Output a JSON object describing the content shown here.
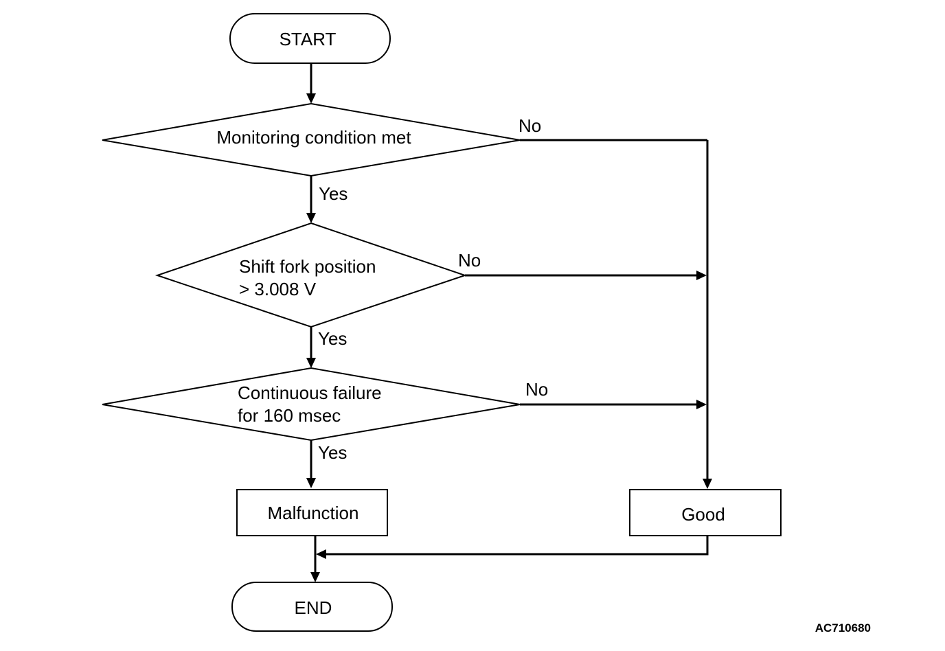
{
  "nodes": {
    "start": "START",
    "monitoring": "Monitoring condition met",
    "shift_fork_line1": "Shift fork position",
    "shift_fork_line2": "> 3.008 V",
    "continuous_line1": "Continuous failure",
    "continuous_line2": "for 160 msec",
    "malfunction": "Malfunction",
    "good": "Good",
    "end": "END"
  },
  "edges": {
    "monitoring_yes": "Yes",
    "monitoring_no": "No",
    "shift_fork_yes": "Yes",
    "shift_fork_no": "No",
    "continuous_yes": "Yes",
    "continuous_no": "No"
  },
  "figure_code": "AC710680"
}
